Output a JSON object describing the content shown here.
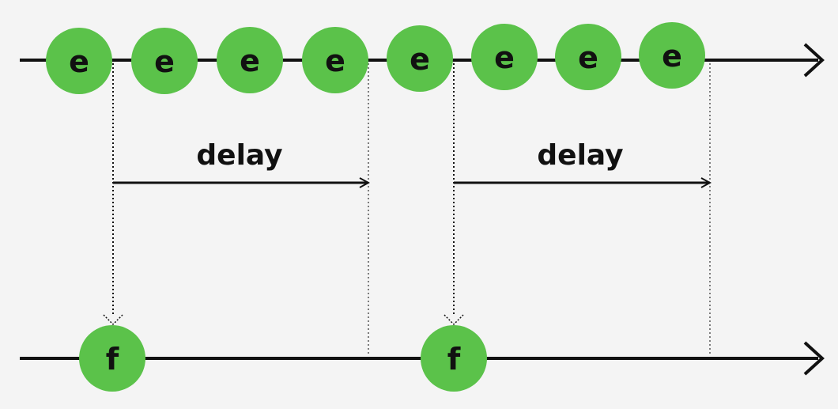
{
  "colors": {
    "background": "#f4f4f4",
    "node_fill": "#5bc24a",
    "line": "#111111"
  },
  "input_stream": {
    "events": [
      "e",
      "e",
      "e",
      "e",
      "e",
      "e",
      "e",
      "e"
    ]
  },
  "output_stream": {
    "events": [
      "f",
      "f"
    ]
  },
  "delays": [
    {
      "label": "delay"
    },
    {
      "label": "delay"
    }
  ]
}
